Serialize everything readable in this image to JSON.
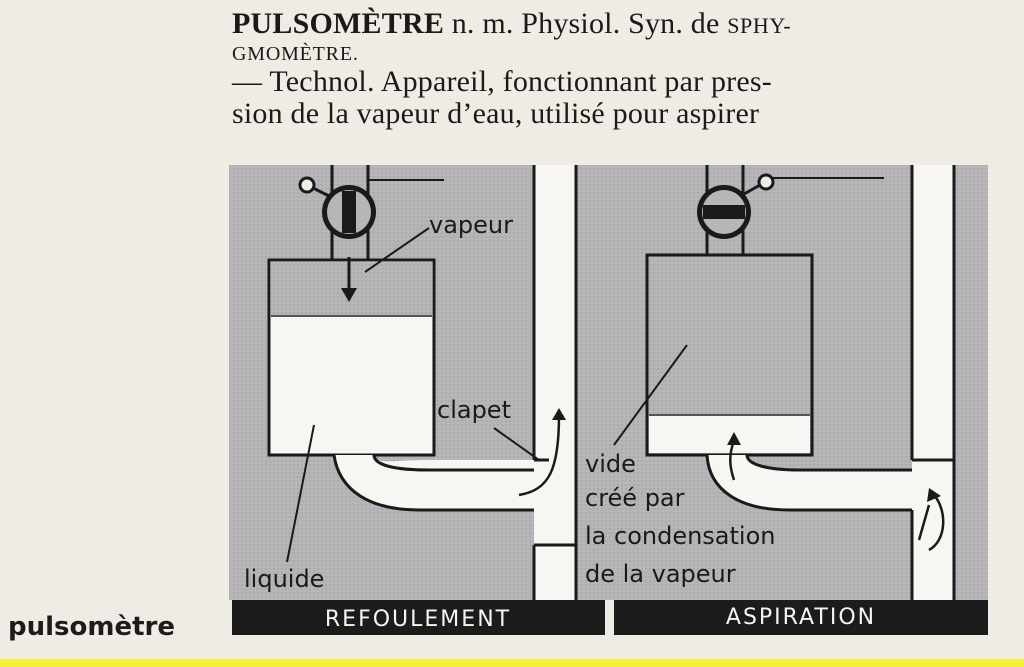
{
  "entry": {
    "headword": "PULSOMÈTRE",
    "line1_rest": " n. m. Physiol. Syn. de ",
    "syn_part1": "SPHY-",
    "syn_part2": "GMOMÈTRE.",
    "line3": "— Technol. Appareil, fonctionnant par pres-",
    "line4": "sion de la vapeur d’eau, utilisé pour aspirer"
  },
  "figure": {
    "labels": {
      "vapeur": "vapeur",
      "clapet": "clapet",
      "liquide": "liquide",
      "vide1": "vide",
      "vide2": "créé par",
      "vide3": "la condensation",
      "vide4": "de la vapeur"
    },
    "captions": {
      "left": "REFOULEMENT",
      "right": "ASPIRATION"
    },
    "colors": {
      "hatch": "#b3b1b3",
      "white": "#f7f6f2",
      "ink": "#1a1a1a"
    }
  },
  "side_label": "pulsomètre"
}
